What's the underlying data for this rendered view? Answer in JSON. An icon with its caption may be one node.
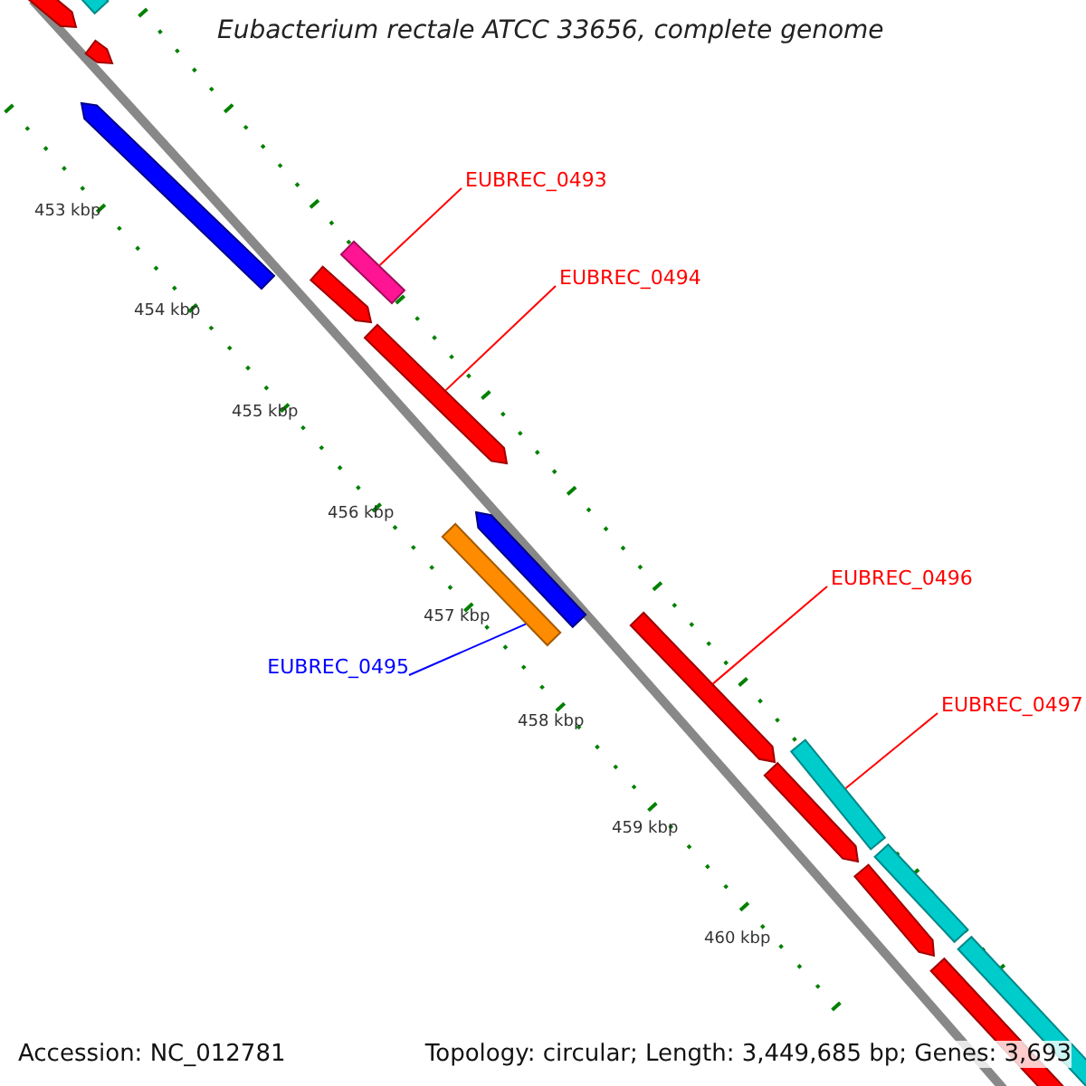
{
  "diagram": {
    "title": "Eubacterium rectale ATCC 33656, complete genome",
    "nodes": [
      {
        "text": [
          "EUBREC_0493"
        ]
      },
      {
        "text": [],
        "shape": "bar"
      },
      {
        "text": [
          "EUBREC_0494"
        ]
      },
      {
        "text": [],
        "shape": "bar"
      },
      {
        "text": [
          "EUBREC_0495"
        ]
      },
      {
        "text": [],
        "shape": "bar"
      },
      {
        "text": [
          "EUBREC_0496"
        ]
      },
      {
        "text": [],
        "shape": "bar"
      },
      {
        "text": [
          "EUBREC_0497"
        ]
      },
      {
        "text": [],
        "shape": "bar"
      },
      {
        "text": [],
        "shape": "bar"
      },
      {
        "text": [],
        "shape": "bar"
      },
      {
        "text": [],
        "shape": "bar"
      },
      {
        "text": [],
        "shape": "bar"
      },
      {
        "text": [],
        "shape": "bar"
      },
      {
        "text": [],
        "shape": "bar"
      },
      {
        "text": [],
        "shape": "bar"
      },
      {
        "text": [],
        "shape": "bar"
      },
      {
        "text": [],
        "shape": "bar"
      },
      {
        "text": [],
        "shape": "bar"
      },
      {
        "text": [],
        "shape": "bar"
      }
    ],
    "edges": [
      {
        "from": 0,
        "to": 1,
        "arrow": "none"
      },
      {
        "from": 2,
        "to": 3,
        "arrow": "none"
      },
      {
        "from": 4,
        "to": 5,
        "arrow": "none",
        "color": "#0000ff"
      },
      {
        "from": 6,
        "to": 7,
        "arrow": "none"
      },
      {
        "from": 8,
        "to": 9,
        "arrow": "none"
      }
    ],
    "labels": [
      "453 kbp",
      "454 kbp",
      "455 kbp",
      "456 kbp",
      "457 kbp",
      "458 kbp",
      "459 kbp",
      "460 kbp",
      "Accession: NC_012781",
      "Topology: circular; Length: 3,449,685 bp; Genes: 3,693"
    ]
  }
}
